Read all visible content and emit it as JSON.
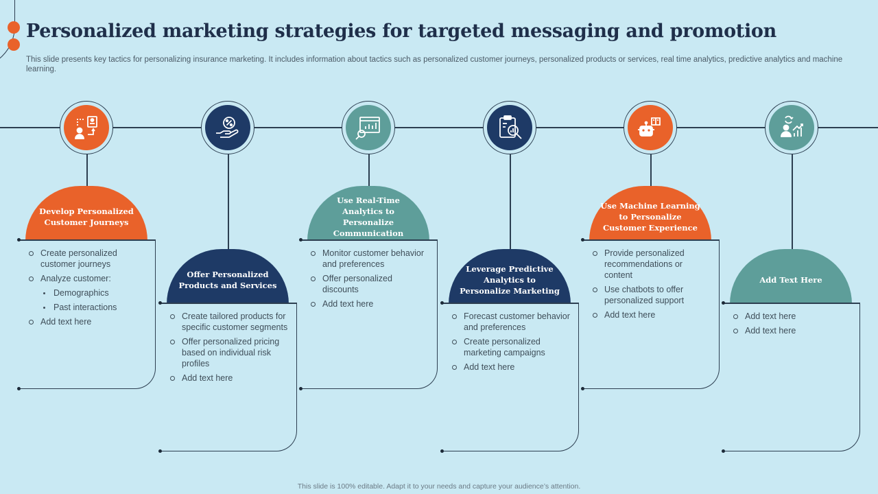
{
  "header": {
    "title": "Personalized marketing strategies for targeted messaging and promotion",
    "subtitle": "This slide presents key tactics for personalizing insurance marketing. It includes information about tactics such as personalized customer journeys, personalized products or services, real time analytics, predictive analytics and machine learning."
  },
  "footer": "This slide is 100% editable. Adapt it to your needs and capture your audience’s attention.",
  "colors": {
    "orange": "#e9622a",
    "navy": "#1e3a66",
    "teal": "#5e9e9a",
    "background": "#c9e9f3"
  },
  "cards": [
    {
      "title": "Develop Personalized Customer Journeys",
      "icon": "customer-journey-icon",
      "items": [
        {
          "text": "Create personalized customer journeys",
          "level": 1
        },
        {
          "text": "Analyze customer:",
          "level": 1
        },
        {
          "text": "Demographics",
          "level": 2
        },
        {
          "text": "Past interactions",
          "level": 2
        },
        {
          "text": "Add text here",
          "level": 1
        }
      ]
    },
    {
      "title": "Offer Personalized Products and Services",
      "icon": "discount-hand-icon",
      "items": [
        {
          "text": "Create tailored products for specific customer segments",
          "level": 1
        },
        {
          "text": "Offer personalized pricing based on individual risk profiles",
          "level": 1
        },
        {
          "text": "Add text here",
          "level": 1
        }
      ]
    },
    {
      "title": "Use Real-Time Analytics to Personalize Communication",
      "icon": "analytics-magnifier-icon",
      "items": [
        {
          "text": "Monitor customer behavior and preferences",
          "level": 1
        },
        {
          "text": "Offer personalized discounts",
          "level": 1
        },
        {
          "text": "Add text here",
          "level": 1
        }
      ]
    },
    {
      "title": "Leverage Predictive Analytics to Personalize Marketing",
      "icon": "clipboard-chart-icon",
      "items": [
        {
          "text": "Forecast customer behavior and preferences",
          "level": 1
        },
        {
          "text": "Create personalized marketing campaigns",
          "level": 1
        },
        {
          "text": "Add text here",
          "level": 1
        }
      ]
    },
    {
      "title": "Use Machine Learning to Personalize Customer Experience",
      "icon": "robot-book-icon",
      "items": [
        {
          "text": "Provide personalized recommendations or content",
          "level": 1
        },
        {
          "text": "Use chatbots to offer personalized support",
          "level": 1
        },
        {
          "text": "Add text here",
          "level": 1
        }
      ]
    },
    {
      "title": "Add Text Here",
      "icon": "person-growth-icon",
      "items": [
        {
          "text": "Add text here",
          "level": 1
        },
        {
          "text": "Add text here",
          "level": 1
        }
      ]
    }
  ]
}
